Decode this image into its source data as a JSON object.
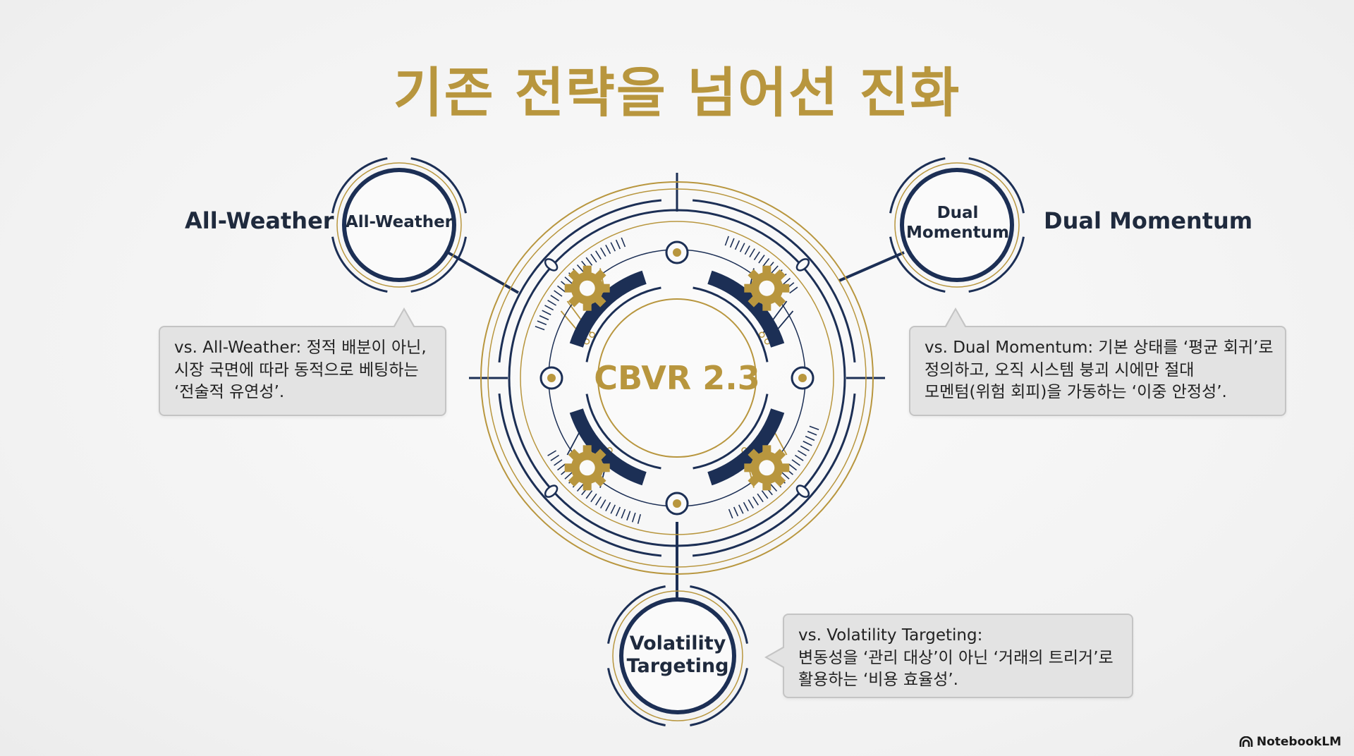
{
  "title": "기존 전략을 넘어선 진화",
  "core": {
    "label": "CBVR 2.3"
  },
  "colors": {
    "navy": "#1c2f55",
    "gold": "#b8963e",
    "callout_bg": "#e3e3e3"
  },
  "nodes": {
    "all_weather": {
      "side_label": "All-Weather",
      "circle_label": "All-Weather",
      "callout": [
        "vs. All-Weather: 정적 배분이 아닌,",
        "시장 국면에 따라 동적으로 베팅하는",
        "‘전술적 유연성’."
      ]
    },
    "dual_momentum": {
      "side_label": "Dual Momentum",
      "circle_label": [
        "Dual",
        "Momentum"
      ],
      "callout": [
        "vs. Dual Momentum: 기본 상태를 ‘평균 회귀’로",
        "정의하고, 오직 시스템 붕괴 시에만 절대",
        "모멘텀(위험 회피)을 가동하는 ‘이중 안정성’."
      ]
    },
    "volatility_targeting": {
      "circle_label": [
        "Volatility",
        "Targeting"
      ],
      "callout": [
        "vs. Volatility Targeting:",
        "변동성을 ‘관리 대상’이 아닌 ‘거래의 트리거’로",
        "활용하는 ‘비용 효율성’."
      ]
    }
  },
  "brand": {
    "name": "NotebookLM",
    "icon": "notebooklm-logo-icon"
  }
}
